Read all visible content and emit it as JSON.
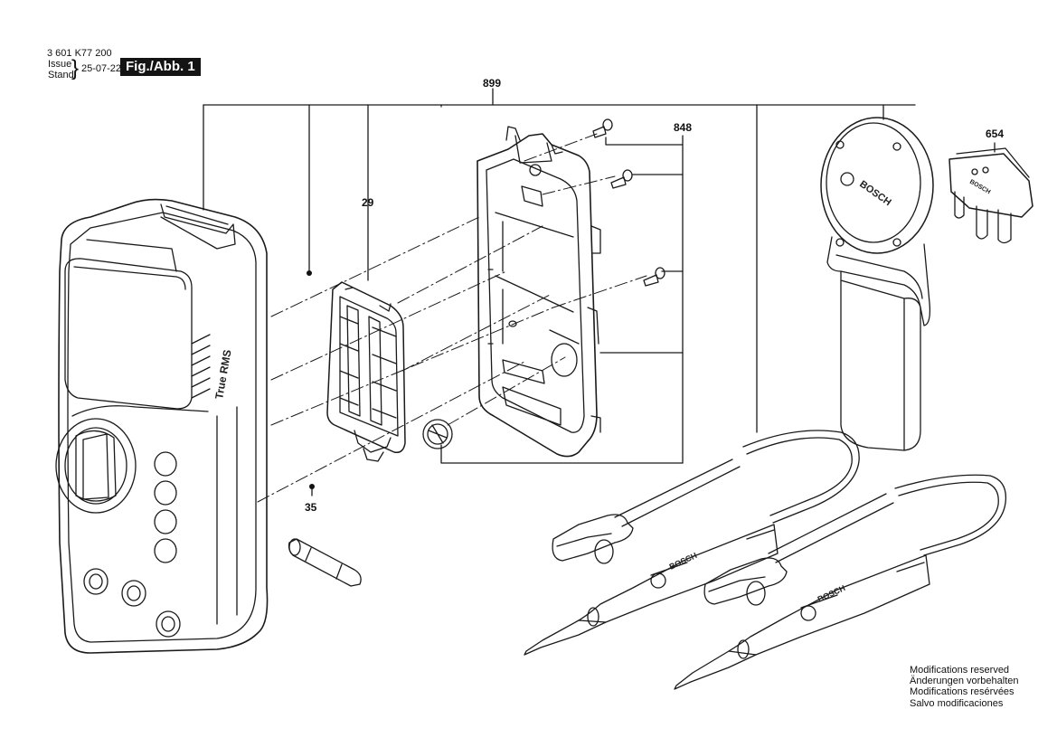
{
  "header": {
    "doc_number": "3 601 K77 200",
    "issue_label": "Issue",
    "stand_label": "Stand",
    "issue_date": "25-07-22",
    "figure_label": "Fig./Abb. 1"
  },
  "parts": [
    {
      "id": "899"
    },
    {
      "id": "848"
    },
    {
      "id": "654"
    },
    {
      "id": "29"
    },
    {
      "id": "35"
    }
  ],
  "device_labels": {
    "meter_text": "True RMS",
    "brand": "BOSCH"
  },
  "notes": [
    "Modifications reserved",
    "Änderungen vorbehalten",
    "Modifications resérvées",
    "Salvo modificaciones"
  ]
}
